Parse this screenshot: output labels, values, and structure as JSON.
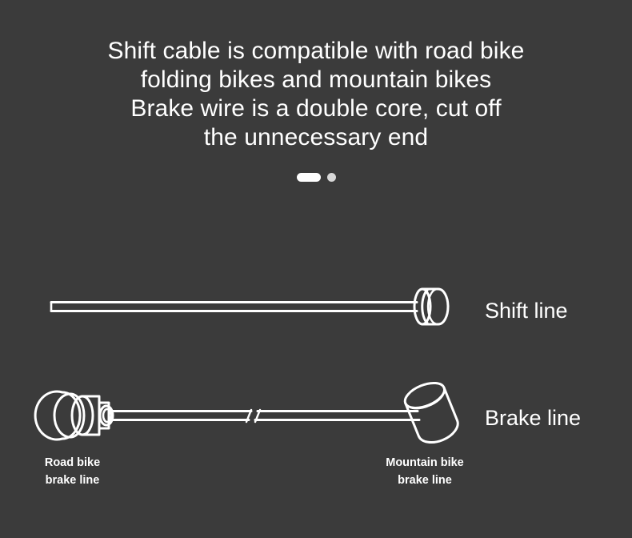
{
  "background_color": "#3b3b3b",
  "foreground_color": "#ffffff",
  "headline": {
    "line1": "Shift cable is compatible with road bike",
    "line2": "folding bikes and mountain bikes",
    "line3": "Brake wire is a double core, cut off",
    "line4": "the unnecessary end"
  },
  "pagination": {
    "active_index": 0,
    "total": 2,
    "active_color": "#ffffff",
    "inactive_color": "#d8d8d8"
  },
  "diagram": {
    "shift_row": {
      "label": "Shift line",
      "part_name": "shift-cable-with-barrel-end"
    },
    "brake_row": {
      "label": "Brake line",
      "part_name": "brake-cable-double-ended",
      "left_caption_line1": "Road bike",
      "left_caption_line2": "brake line",
      "right_caption_line1": "Mountain bike",
      "right_caption_line2": "brake line"
    }
  }
}
